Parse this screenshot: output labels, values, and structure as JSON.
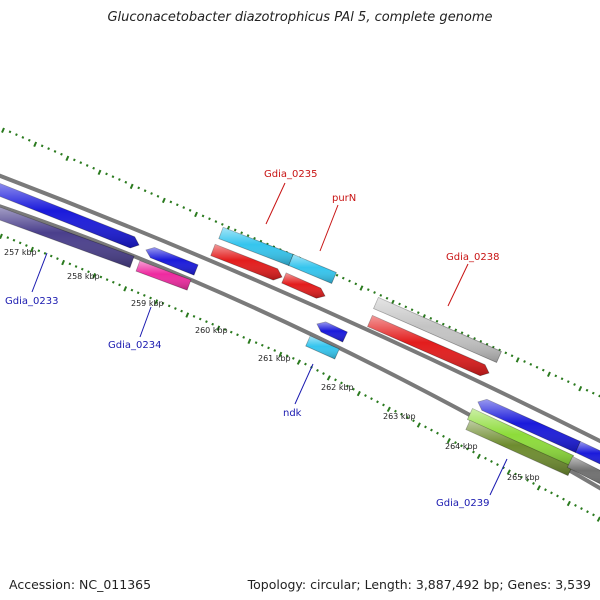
{
  "title": "Gluconacetobacter diazotrophicus PAl 5, complete genome",
  "footer": {
    "accession": "Accession: NC_011365",
    "topology": "Topology: circular; Length: 3,887,492 bp; Genes: 3,539"
  },
  "colors": {
    "blue": "#1a1adb",
    "dark_purple": "#4a3f8c",
    "magenta": "#ee2aa0",
    "cyan": "#35c5ee",
    "red": "#e31c1c",
    "light_gray": "#c4c4c4",
    "lime": "#8ddc3a",
    "olive": "#6e8c2f",
    "dark_gray": "#707070",
    "backbone": "#7a7a7a",
    "tick": "#2a7a1e",
    "label_blue": "#1a1ab0",
    "label_red": "#c81414"
  },
  "kbp_ticks": [
    {
      "label": "257 kbp"
    },
    {
      "label": "258 kbp"
    },
    {
      "label": "259 kbp"
    },
    {
      "label": "260 kbp"
    },
    {
      "label": "261 kbp"
    },
    {
      "label": "262 kbp"
    },
    {
      "label": "263 kbp"
    },
    {
      "label": "264 kbp"
    },
    {
      "label": "265 kbp"
    }
  ],
  "features": [
    {
      "name": "Gdia_0233",
      "color": "blue"
    },
    {
      "name": "Gdia_0234",
      "color": "blue"
    },
    {
      "name": "ndk",
      "color": "blue"
    },
    {
      "name": "Gdia_0239",
      "color": "blue"
    },
    {
      "name": "Gdia_0235",
      "color": "red"
    },
    {
      "name": "purN",
      "color": "red"
    },
    {
      "name": "Gdia_0238",
      "color": "red"
    }
  ]
}
